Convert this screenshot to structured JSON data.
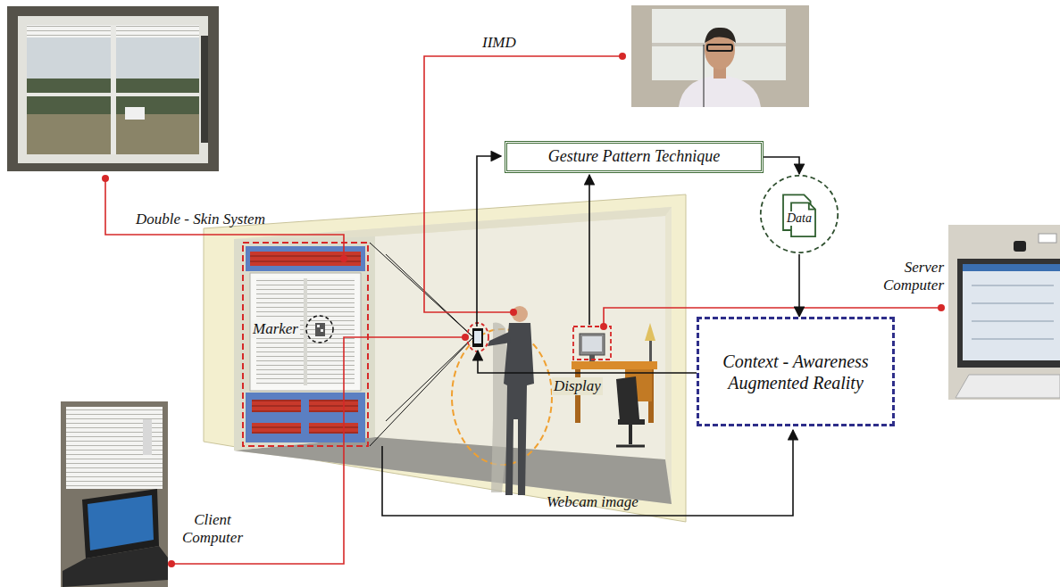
{
  "diagram": {
    "nodes": [
      {
        "text": [
          "Gesture Pattern Technique"
        ]
      },
      {
        "text": [
          "Data"
        ]
      },
      {
        "text": [
          "Context - Awareness Augmented Reality"
        ]
      }
    ],
    "edges": [
      {
        "from": 0,
        "to": 1,
        "arrow": "to"
      },
      {
        "from": 1,
        "to": 2,
        "arrow": "to"
      }
    ],
    "labels": [
      "IIMD",
      "Double - Skin System",
      "Marker",
      "Server Computer",
      "Display",
      "Client Computer",
      "Webcam image"
    ]
  }
}
